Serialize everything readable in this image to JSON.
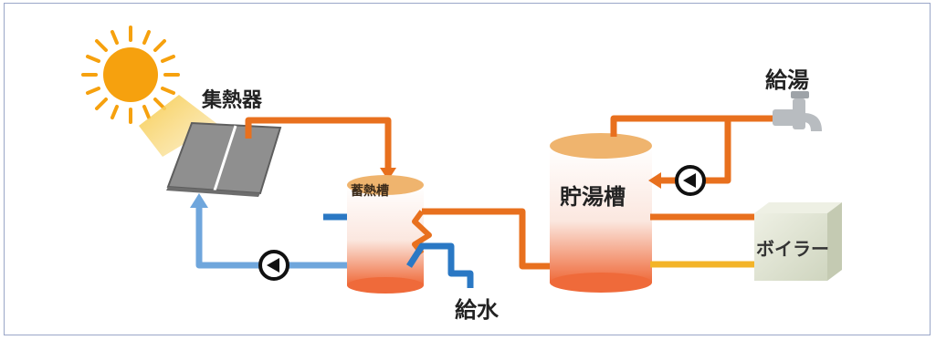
{
  "labels": {
    "collector": "集熱器",
    "heat_storage": "蓄熱槽",
    "storage_tank": "貯湯槽",
    "hot_water_supply": "給湯",
    "boiler": "ボイラー",
    "water_supply": "給水"
  },
  "colors": {
    "hot_pipe": "#e8701e",
    "cold_pipe": "#2a78c4",
    "return_pipe": "#6fa6dc",
    "boiler_pipe": "#f3b428",
    "sun": "#f6a10e",
    "collector_panel": "#8c8c8c",
    "tank_top": "#efb46e",
    "boiler_box": "#dfe4d2",
    "faucet": "#b8bcc0"
  },
  "icons": [
    "sun-icon",
    "solar-collector-icon",
    "pump-icon",
    "faucet-icon",
    "boiler-icon"
  ]
}
